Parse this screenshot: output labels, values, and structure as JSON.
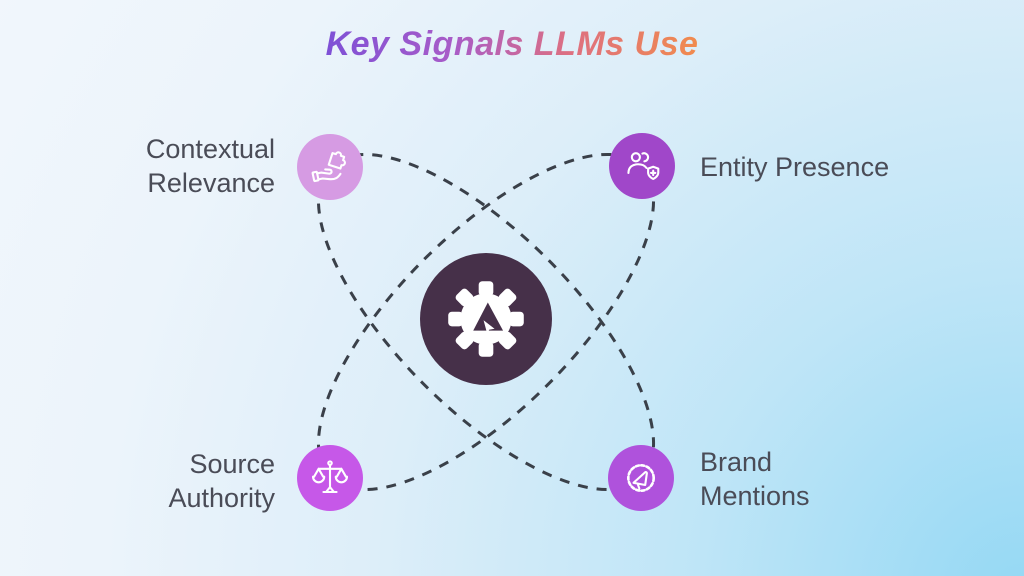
{
  "title": {
    "text": "Key Signals LLMs Use",
    "gradient_colors": [
      "#7E50D6",
      "#A85CC8",
      "#DE7080",
      "#F18B4D"
    ]
  },
  "center_hub": {
    "icon": "gear-cursor-icon",
    "circle_color": "#463049",
    "icon_color": "#FFFFFF"
  },
  "orbits": {
    "style": "dashed",
    "stroke_color": "#3A4049",
    "count": 2
  },
  "nodes": [
    {
      "id": "contextual-relevance",
      "label": "Contextual\nRelevance",
      "icon": "hand-puzzle-icon",
      "circle_color": "#D69BE3",
      "position": "top-left"
    },
    {
      "id": "entity-presence",
      "label": "Entity Presence",
      "icon": "users-shield-icon",
      "circle_color": "#A047C9",
      "position": "top-right"
    },
    {
      "id": "source-authority",
      "label": "Source\nAuthority",
      "icon": "balance-scale-icon",
      "circle_color": "#C658E8",
      "position": "bottom-left"
    },
    {
      "id": "brand-mentions",
      "label": "Brand\nMentions",
      "icon": "megaphone-badge-icon",
      "circle_color": "#AF52DC",
      "position": "bottom-right"
    }
  ],
  "label_text_color": "#4A4C57"
}
